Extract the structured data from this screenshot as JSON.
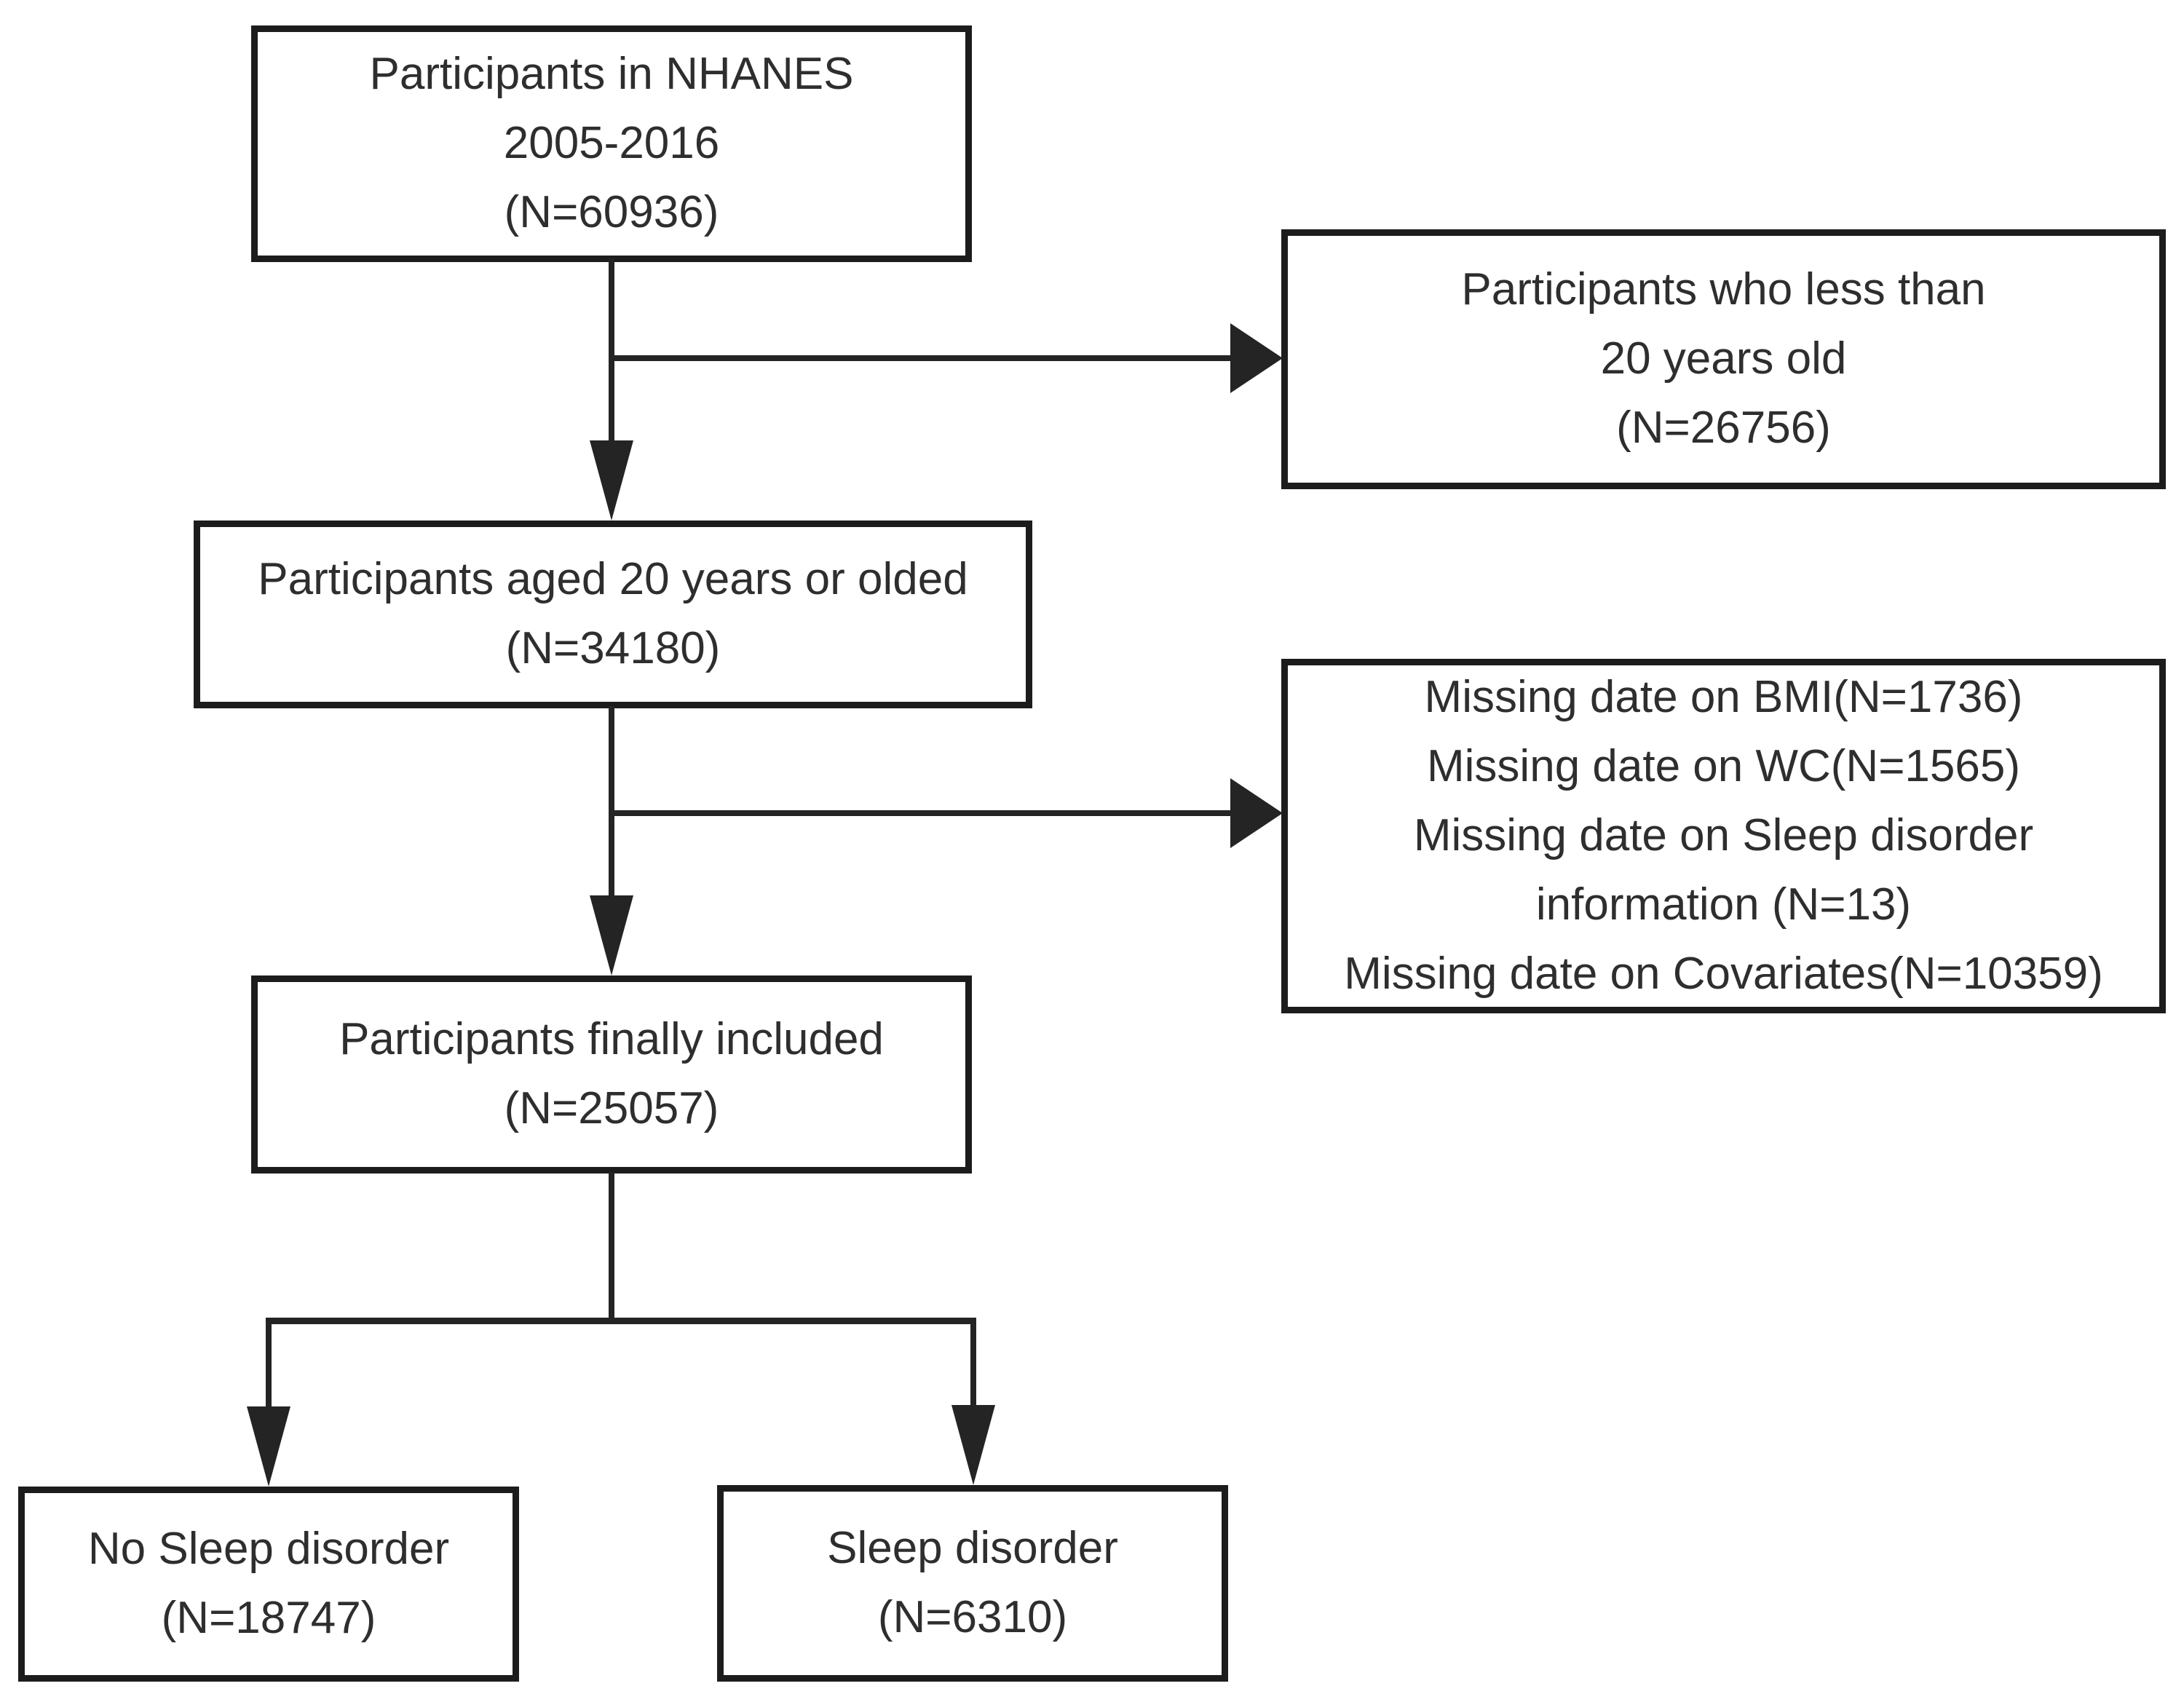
{
  "figure": {
    "type": "participant-flow-diagram",
    "colors": {
      "border": "#1c1c1c",
      "line": "#242424",
      "text": "#2e2e2e",
      "background": "#ffffff"
    },
    "boxes": {
      "nhanes_total": {
        "text": "Participants in NHANES\n2005-2016\n(N=60936)"
      },
      "excluded_under20": {
        "text": "Participants who less than\n20 years old\n(N=26756)"
      },
      "aged_20_or_older": {
        "text": "Participants aged 20 years or olded\n(N=34180)"
      },
      "excluded_missing": {
        "text": "Missing date on BMI(N=1736)\nMissing date on WC(N=1565)\nMissing date on Sleep disorder\ninformation (N=13)\nMissing date on Covariates(N=10359)"
      },
      "finally_included": {
        "text": "Participants finally included\n(N=25057)"
      },
      "no_sleep_disorder": {
        "text": "No Sleep disorder\n(N=18747)"
      },
      "sleep_disorder": {
        "text": "Sleep disorder\n(N=6310)"
      }
    }
  }
}
